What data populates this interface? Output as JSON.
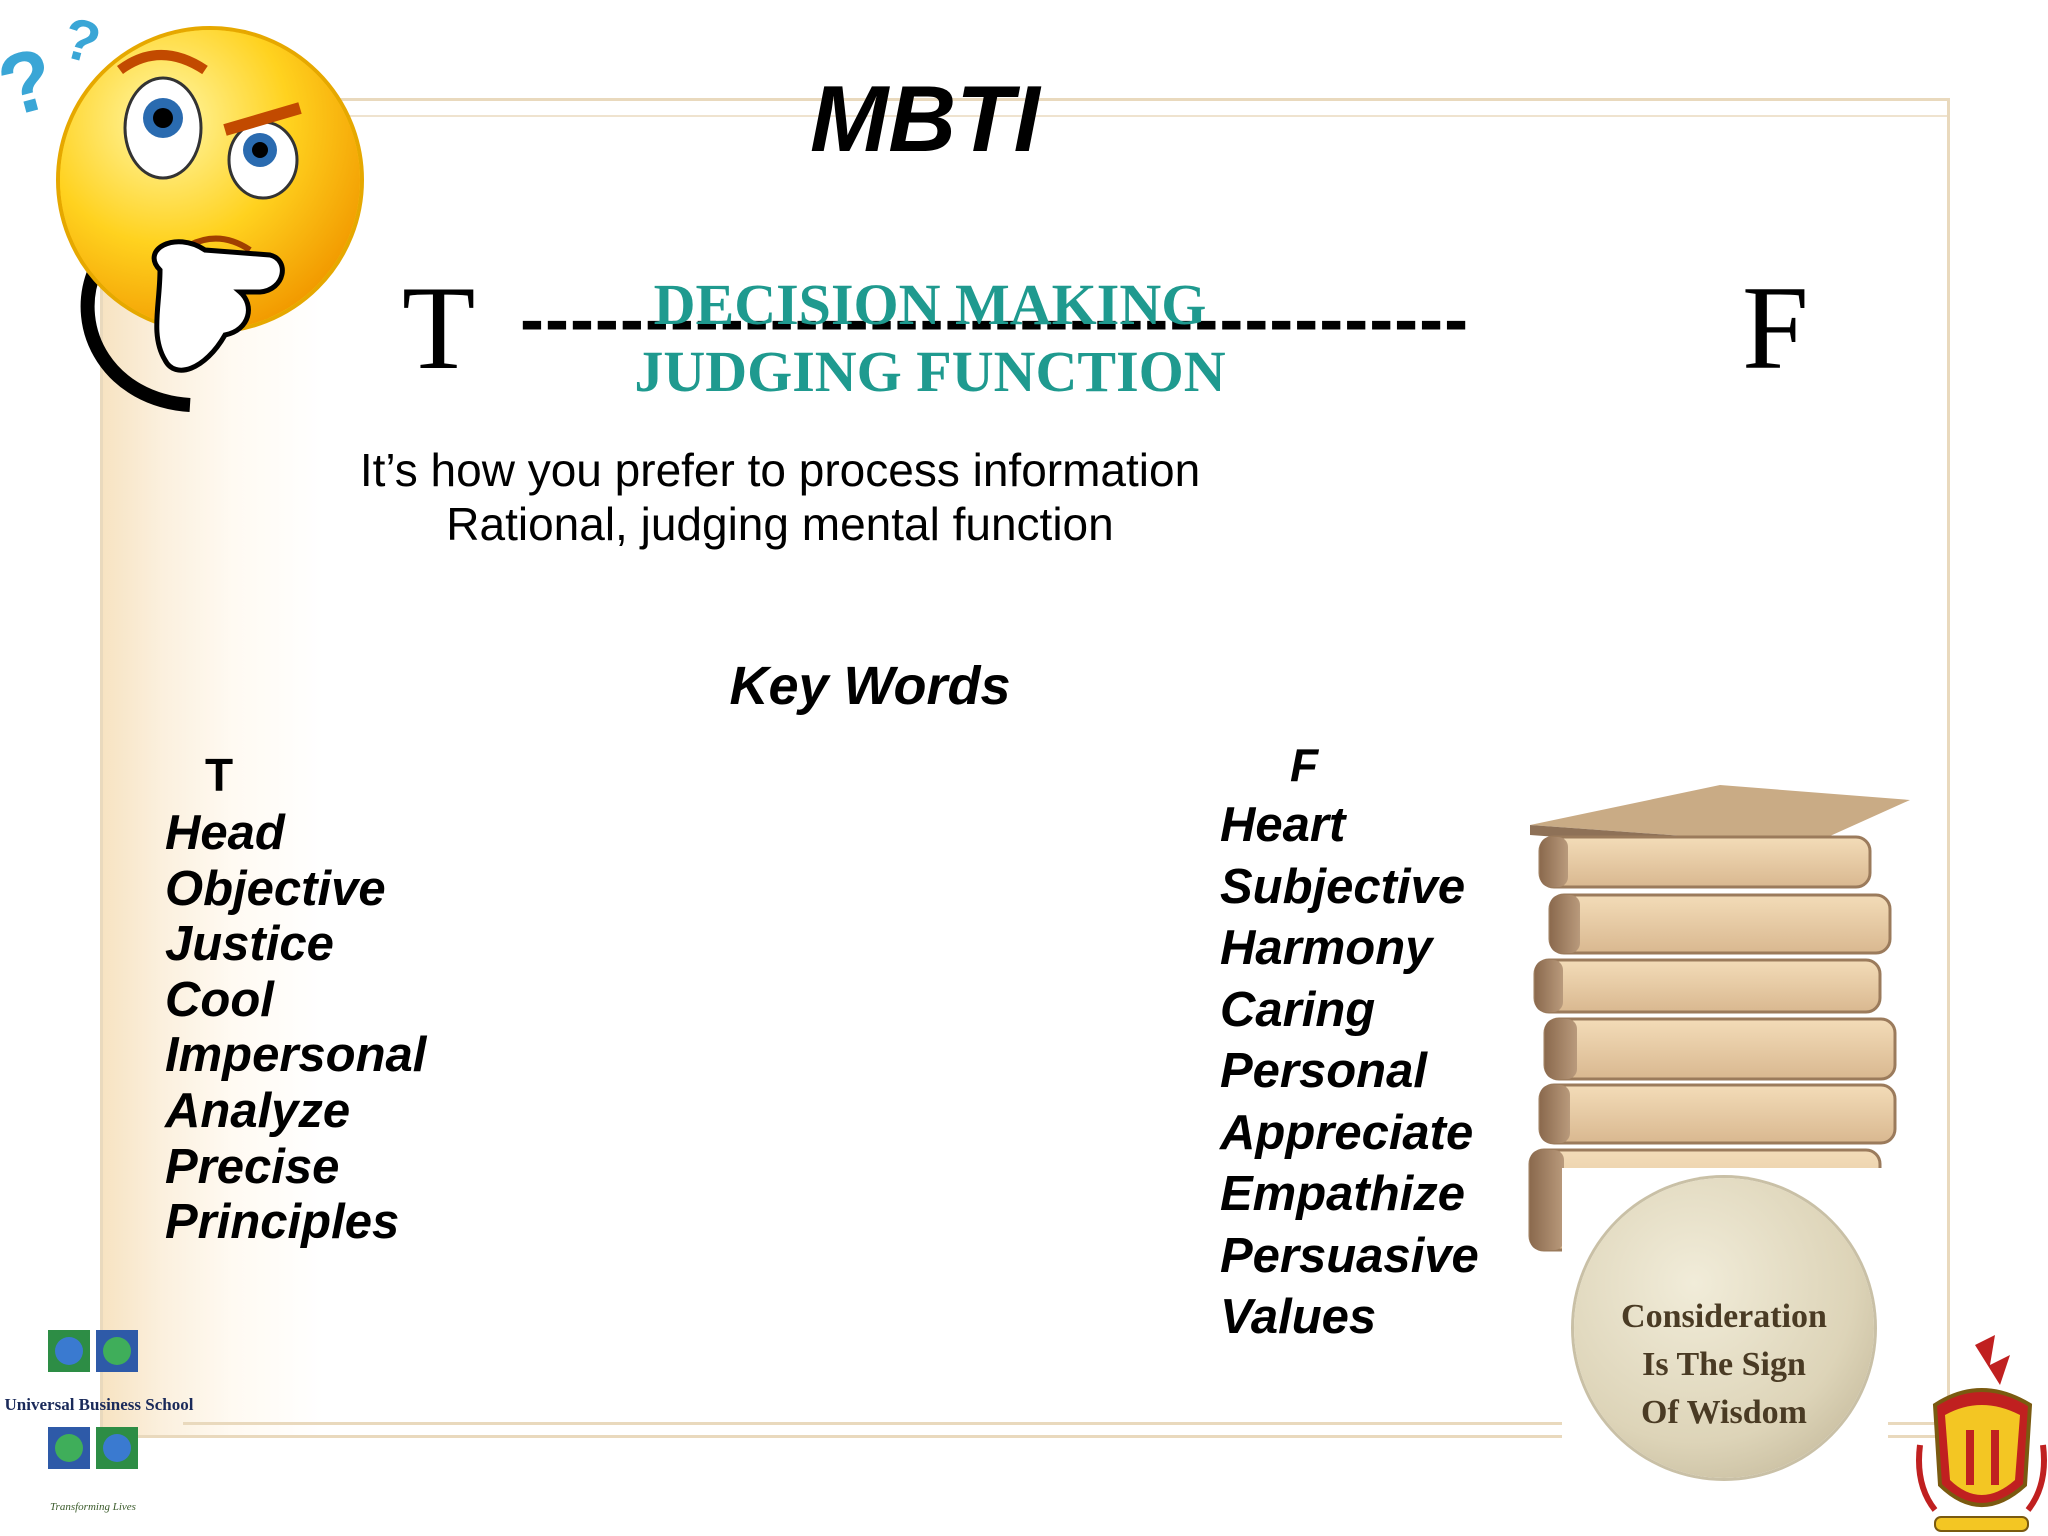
{
  "slide": {
    "title": "MBTI",
    "left_letter": "T",
    "right_letter": "F",
    "dashes": "--------------------------------------",
    "heading_line1": "DECISION MAKING",
    "heading_line2": "JUDGING FUNCTION",
    "description_line1": "It’s how you prefer to process information",
    "description_line2": "Rational, judging mental function",
    "key_words_label": "Key Words"
  },
  "t_column": {
    "heading": "T",
    "words": [
      "Head",
      "Objective",
      "Justice",
      "Cool",
      "Impersonal",
      "Analyze",
      "Precise",
      "Principles"
    ]
  },
  "f_column": {
    "heading": "F",
    "words": [
      "Heart",
      "Subjective",
      "Harmony",
      "Caring",
      "Personal",
      "Appreciate",
      "Empathize",
      "Persuasive",
      "Values"
    ]
  },
  "badge": {
    "line1": "Consideration",
    "line2": "Is The Sign",
    "line3": "Of Wisdom"
  },
  "logo": {
    "name": "Universal Business School",
    "tagline": "Transforming Lives"
  },
  "icons": [
    "thinking-face-icon",
    "question-marks-icon",
    "book-stack-icon",
    "globe-logo-icon",
    "crest-icon"
  ],
  "colors": {
    "heading_teal": "#1f9a8f",
    "frame_beige": "#e9d9bd",
    "emoji_yellow": "#ffd21f",
    "question_blue": "#3aa6d6"
  }
}
